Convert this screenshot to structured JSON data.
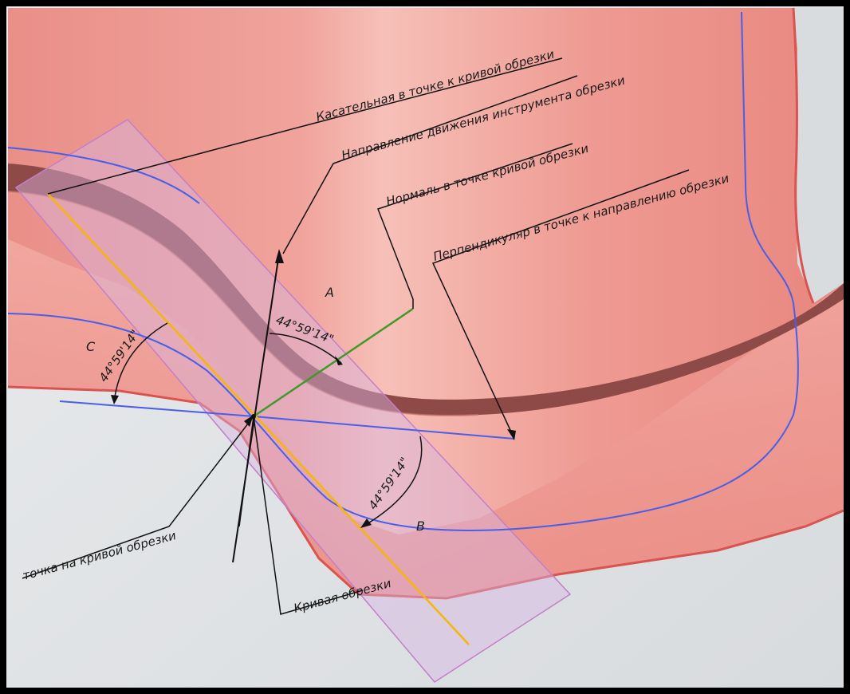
{
  "labels": {
    "tangent": "Касательная в точке к кривой обрезки",
    "tool_direction": "Направление движения инструмента обрезки",
    "normal": "Нормаль в точке кривой обрезки",
    "perpendicular": "Перпендикуляр в точке к направлению обрезки",
    "point_on_curve": "точка на кривой обрезки",
    "trim_curve": "Кривая обрезки"
  },
  "angles": {
    "a": "44°59'14\"",
    "b": "44°59'14\"",
    "c": "44°59'14\""
  },
  "points": {
    "a": "A",
    "b": "B",
    "c": "C"
  },
  "colors": {
    "surface": "#ef9a92",
    "surface_edge": "#d9534f",
    "groove": "#8e4a47",
    "trim_curve": "#4a5ee8",
    "tangent_line": "#f5b60a",
    "normal_line": "#3f9a2a",
    "plane": "#c8a8d8",
    "leader": "#111111"
  }
}
